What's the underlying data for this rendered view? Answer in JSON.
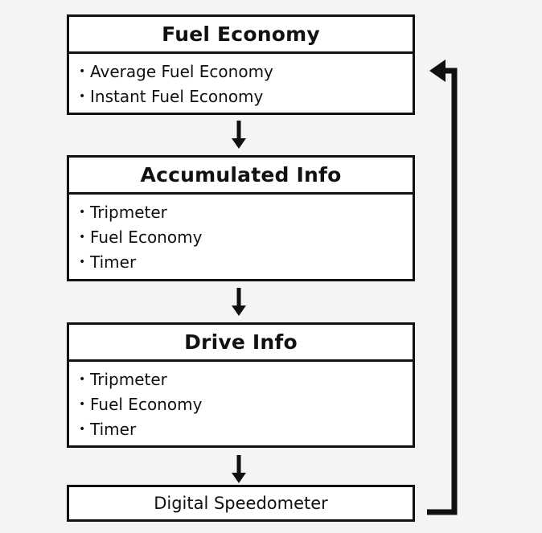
{
  "boxes": {
    "fuel_economy": {
      "title": "Fuel Economy",
      "items": [
        "Average Fuel Economy",
        "Instant Fuel Economy"
      ]
    },
    "accumulated_info": {
      "title": "Accumulated Info",
      "items": [
        "Tripmeter",
        "Fuel Economy",
        "Timer"
      ]
    },
    "drive_info": {
      "title": "Drive Info",
      "items": [
        "Tripmeter",
        "Fuel Economy",
        "Timer"
      ]
    },
    "digital_speedometer": {
      "title": "Digital Speedometer"
    }
  },
  "bullet": "•",
  "colors": {
    "line": "#111111",
    "background": "#f4f4f4",
    "box_fill": "#ffffff"
  }
}
